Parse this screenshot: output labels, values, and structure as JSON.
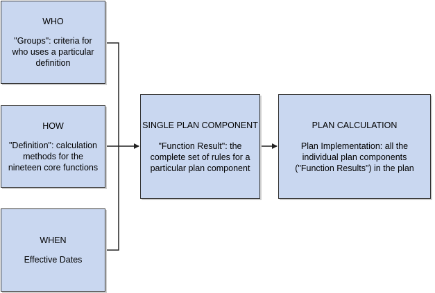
{
  "who": {
    "title": "WHO",
    "desc": "\"Groups\": criteria for who uses a particular definition"
  },
  "how": {
    "title": "HOW",
    "desc": "\"Definition\": calculation methods for the nineteen core functions"
  },
  "when": {
    "title": "WHEN",
    "desc": "Effective Dates"
  },
  "single_plan": {
    "title": "SINGLE PLAN COMPONENT",
    "desc": "\"Function Result\": the complete set of rules for a particular plan component"
  },
  "plan_calc": {
    "title": "PLAN CALCULATION",
    "desc": "Plan Implementation: all the individual plan components (\"Function Results\") in the plan"
  },
  "colors": {
    "box_fill": "#c9d7f0",
    "border": "#333333"
  }
}
